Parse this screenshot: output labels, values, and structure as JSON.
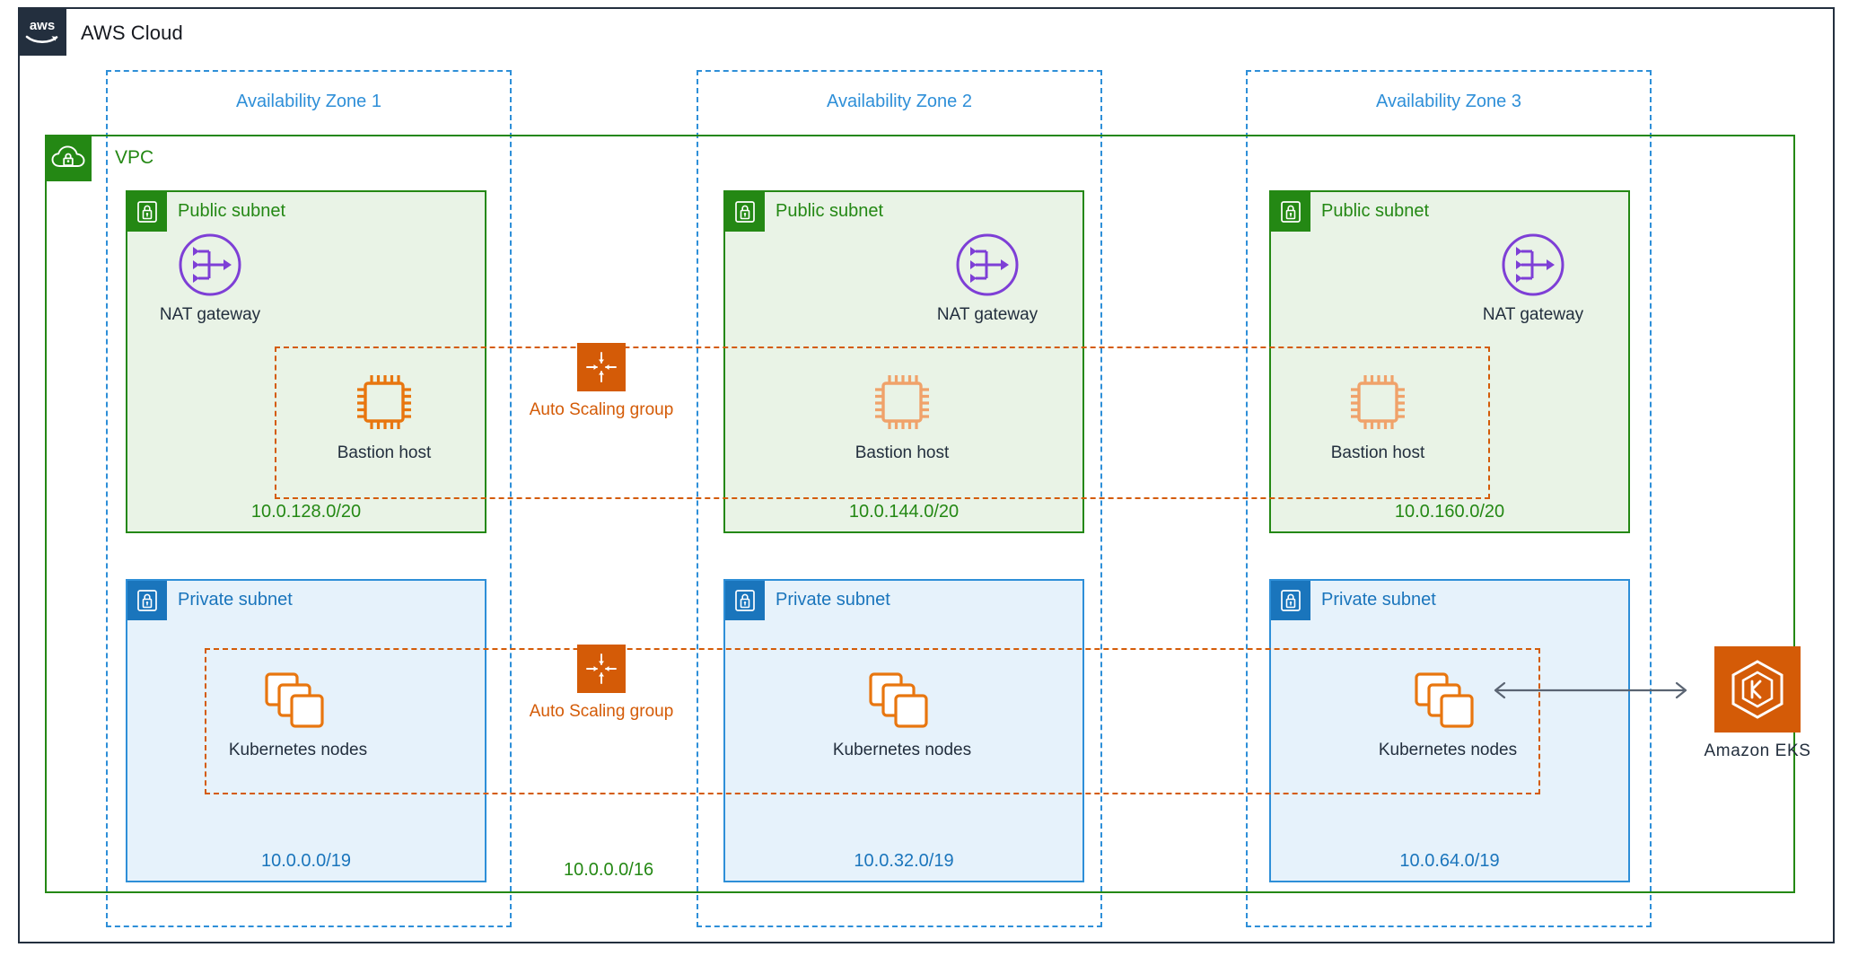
{
  "cloud": {
    "logo_icon": "aws-logo-icon",
    "title": "AWS Cloud"
  },
  "vpc": {
    "icon": "vpc-cloud-lock-icon",
    "title": "VPC",
    "cidr": "10.0.0.0/16",
    "border_color": "#248814"
  },
  "availability_zones": [
    {
      "label": "Availability Zone 1"
    },
    {
      "label": "Availability Zone 2"
    },
    {
      "label": "Availability Zone 3"
    }
  ],
  "public_subnets": [
    {
      "badge_icon": "lock-icon",
      "title": "Public subnet",
      "cidr": "10.0.128.0/20",
      "nat": {
        "icon": "nat-gateway-icon",
        "label": "NAT gateway"
      },
      "bastion": {
        "icon": "ec2-instance-icon",
        "label": "Bastion host"
      }
    },
    {
      "badge_icon": "lock-icon",
      "title": "Public subnet",
      "cidr": "10.0.144.0/20",
      "nat": {
        "icon": "nat-gateway-icon",
        "label": "NAT gateway"
      },
      "bastion": {
        "icon": "ec2-instance-icon",
        "label": "Bastion host"
      }
    },
    {
      "badge_icon": "lock-icon",
      "title": "Public subnet",
      "cidr": "10.0.160.0/20",
      "nat": {
        "icon": "nat-gateway-icon",
        "label": "NAT gateway"
      },
      "bastion": {
        "icon": "ec2-instance-icon",
        "label": "Bastion host"
      }
    }
  ],
  "private_subnets": [
    {
      "badge_icon": "lock-icon",
      "title": "Private subnet",
      "cidr": "10.0.0.0/19",
      "nodes": {
        "icon": "kubernetes-nodes-icon",
        "label": "Kubernetes nodes"
      }
    },
    {
      "badge_icon": "lock-icon",
      "title": "Private subnet",
      "cidr": "10.0.32.0/19",
      "nodes": {
        "icon": "kubernetes-nodes-icon",
        "label": "Kubernetes nodes"
      }
    },
    {
      "badge_icon": "lock-icon",
      "title": "Private subnet",
      "cidr": "10.0.64.0/19",
      "nodes": {
        "icon": "kubernetes-nodes-icon",
        "label": "Kubernetes nodes"
      }
    }
  ],
  "auto_scaling_groups": [
    {
      "icon": "auto-scaling-icon",
      "label": "Auto Scaling group",
      "scope": "public-tier-bastion-hosts"
    },
    {
      "icon": "auto-scaling-icon",
      "label": "Auto Scaling group",
      "scope": "private-tier-kubernetes-nodes"
    }
  ],
  "services": {
    "eks": {
      "icon": "amazon-eks-icon",
      "label": "Amazon EKS"
    }
  },
  "connections": [
    {
      "name": "eks-to-kubernetes-nodes",
      "style": "double-arrow",
      "color": "#5A6472"
    }
  ],
  "colors": {
    "aws_navy": "#232F3E",
    "vpc_green": "#248814",
    "public_fill": "#E9F3E6",
    "subnet_blue": "#1A75BC",
    "az_blue": "#2E8FD8",
    "private_fill": "#E6F2FB",
    "asg_orange": "#D45B07",
    "nat_purple": "#7E3FD6",
    "arrow_gray": "#5A6472"
  }
}
